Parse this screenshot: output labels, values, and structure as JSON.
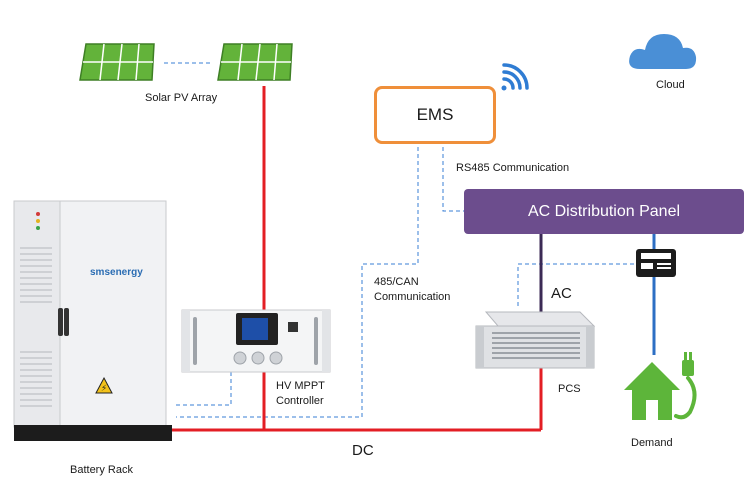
{
  "labels": {
    "solar_pv_array": "Solar PV Array",
    "cloud": "Cloud",
    "ems": "EMS",
    "rs485_communication": "RS485 Communication",
    "ac_distribution_panel": "AC Distribution Panel",
    "can_485_line1": "485/CAN",
    "can_485_line2": "Communication",
    "ac": "AC",
    "hv_mppt_line1": "HV MPPT",
    "hv_mppt_line2": "Controller",
    "pcs": "PCS",
    "demand": "Demand",
    "dc": "DC",
    "battery_rack": "Battery Rack",
    "brand": "smsenergy"
  },
  "colors": {
    "dc_line": "#e31e24",
    "ac_line_dark": "#3b2a55",
    "ac_line_blue": "#2d6fc4",
    "comm_dashed": "#3a7fd5",
    "ems_border": "#ef8f3a",
    "ac_panel": "#6c4d8d",
    "solar_green": "#63b33a",
    "cloud_blue": "#4a8fd6",
    "wifi_blue": "#2f7cd3",
    "demand_green": "#5db53a"
  }
}
